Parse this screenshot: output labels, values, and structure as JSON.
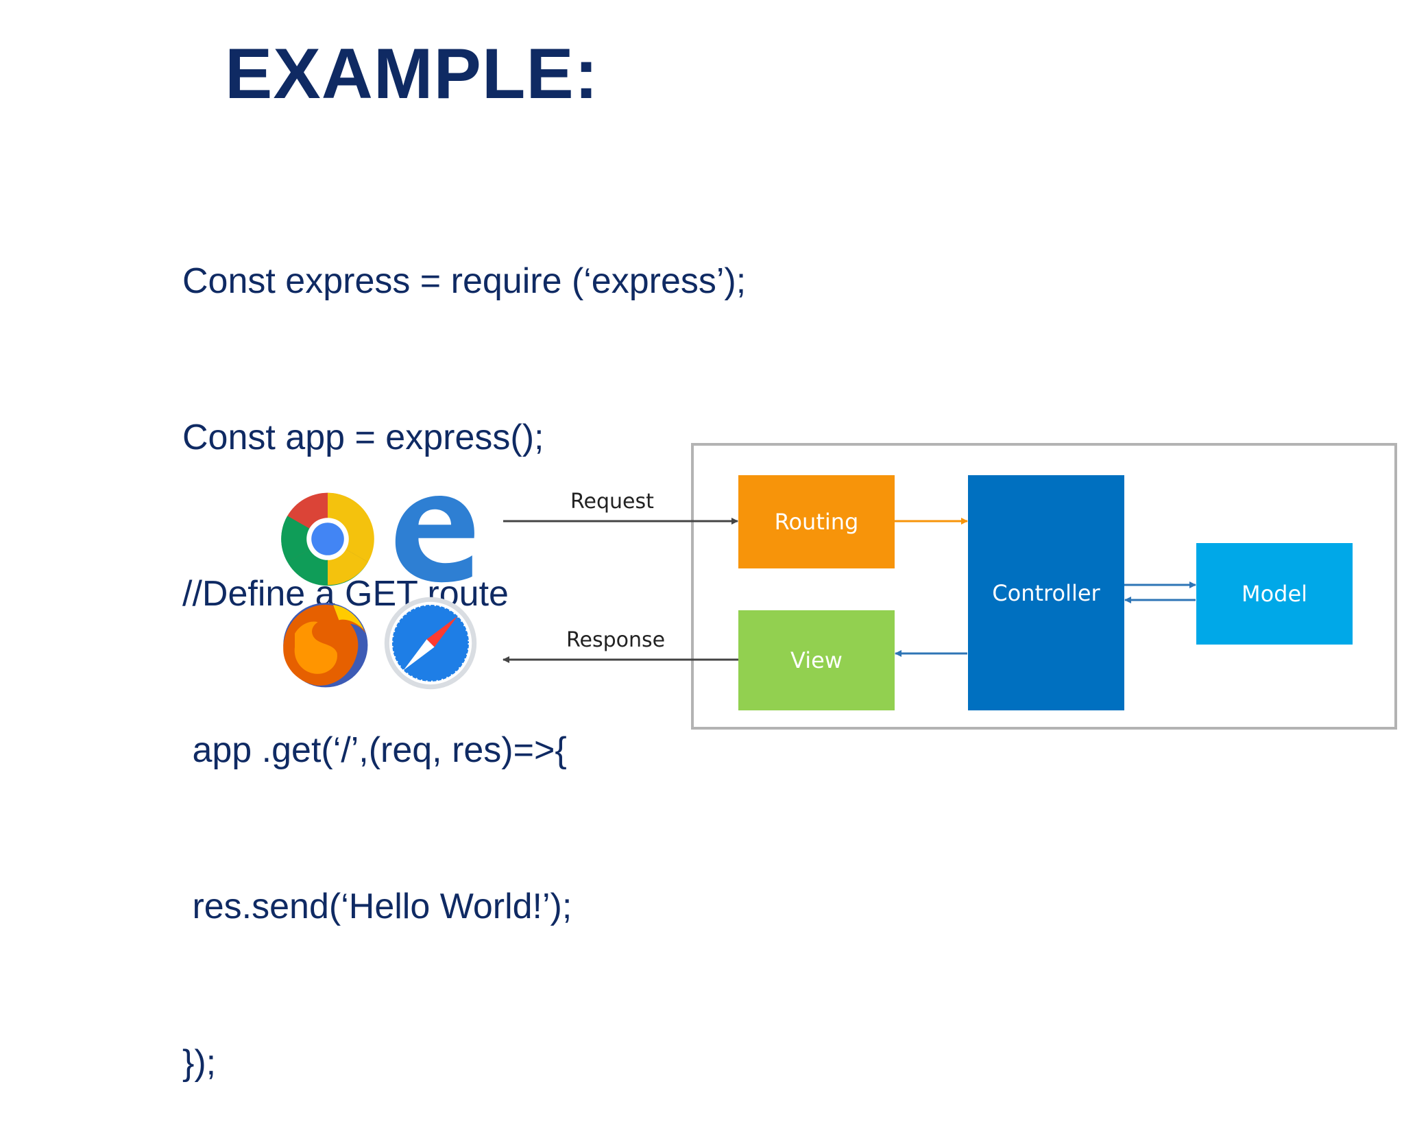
{
  "slide": {
    "title": "EXAMPLE:",
    "code_lines": [
      "Const express = require (‘express’);",
      "Const app = express();",
      "//Define a GET route",
      " app .get(‘/’,(req, res)=>{",
      " res.send(‘Hello World!’);",
      "});"
    ]
  },
  "diagram": {
    "request_label": "Request",
    "response_label": "Response",
    "routing_label": "Routing",
    "view_label": "View",
    "controller_label": "Controller",
    "model_label": "Model",
    "colors": {
      "routing": "#f7940a",
      "view": "#92d050",
      "controller": "#0070c0",
      "model": "#00a8e8",
      "frame": "#b3b3b3",
      "arrow_dark": "#444444",
      "arrow_orange": "#f7940a",
      "arrow_blue": "#2e75b6"
    },
    "browser_icons": [
      "chrome-icon",
      "edge-icon",
      "firefox-icon",
      "safari-icon"
    ]
  }
}
